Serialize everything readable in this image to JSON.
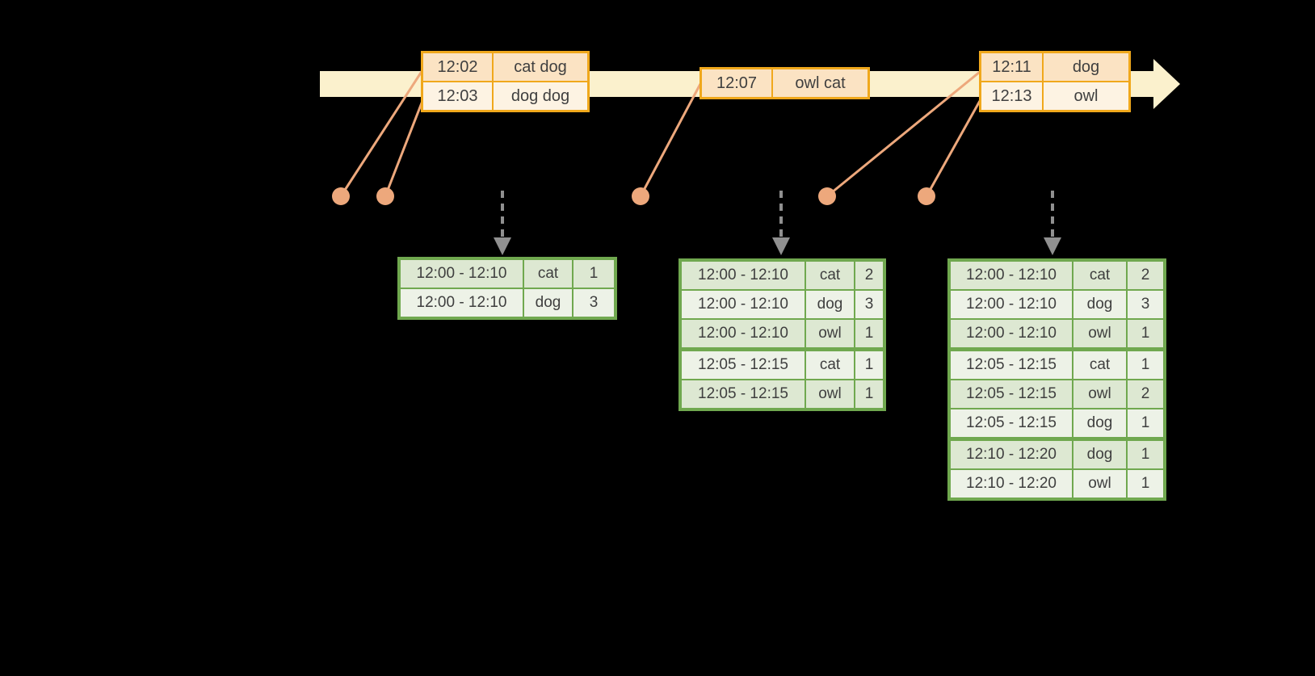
{
  "diagram": {
    "kind": "streaming-windowed-aggregation-timeline"
  },
  "palette": {
    "background": "#000000",
    "timeline_band": "#fbf1cd",
    "event_table_border": "#f0a81c",
    "event_row_dark": "#fbe3c3",
    "event_row_light": "#fdf3e3",
    "connector_and_dots": "#eda87c",
    "result_table_border": "#70a84f",
    "result_row_dark": "#dde8d2",
    "result_row_light": "#edf2e7",
    "trigger_arrow": "#909090",
    "text": "#3f3f3f"
  },
  "event_tables": [
    {
      "rows": [
        {
          "time": "12:02",
          "words": "cat dog"
        },
        {
          "time": "12:03",
          "words": "dog dog"
        }
      ]
    },
    {
      "rows": [
        {
          "time": "12:07",
          "words": "owl cat"
        }
      ]
    },
    {
      "rows": [
        {
          "time": "12:11",
          "words": "dog"
        },
        {
          "time": "12:13",
          "words": "owl"
        }
      ]
    }
  ],
  "result_tables": [
    {
      "rows": [
        {
          "window": "12:00 - 12:10",
          "word": "cat",
          "count": "1"
        },
        {
          "window": "12:00 - 12:10",
          "word": "dog",
          "count": "3"
        }
      ]
    },
    {
      "rows": [
        {
          "window": "12:00 - 12:10",
          "word": "cat",
          "count": "2"
        },
        {
          "window": "12:00 - 12:10",
          "word": "dog",
          "count": "3"
        },
        {
          "window": "12:00 - 12:10",
          "word": "owl",
          "count": "1"
        },
        {
          "window": "12:05 - 12:15",
          "word": "cat",
          "count": "1"
        },
        {
          "window": "12:05 - 12:15",
          "word": "owl",
          "count": "1"
        }
      ]
    },
    {
      "rows": [
        {
          "window": "12:00 - 12:10",
          "word": "cat",
          "count": "2"
        },
        {
          "window": "12:00 - 12:10",
          "word": "dog",
          "count": "3"
        },
        {
          "window": "12:00 - 12:10",
          "word": "owl",
          "count": "1"
        },
        {
          "window": "12:05 - 12:15",
          "word": "cat",
          "count": "1"
        },
        {
          "window": "12:05 - 12:15",
          "word": "owl",
          "count": "2"
        },
        {
          "window": "12:05 - 12:15",
          "word": "dog",
          "count": "1"
        },
        {
          "window": "12:10 - 12:20",
          "word": "dog",
          "count": "1"
        },
        {
          "window": "12:10 - 12:20",
          "word": "owl",
          "count": "1"
        }
      ]
    }
  ]
}
